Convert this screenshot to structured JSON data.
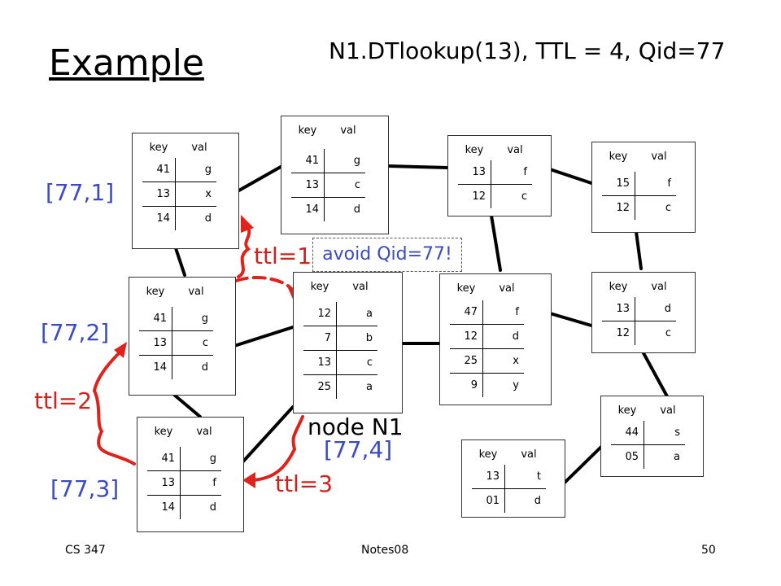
{
  "title": "Example",
  "subtitle": "N1.DTlookup(13), TTL = 4, Qid=77",
  "headers": {
    "key": "key",
    "val": "val"
  },
  "nodes": [
    {
      "rows": [
        [
          "41",
          "g"
        ],
        [
          "13",
          "x"
        ],
        [
          "14",
          "d"
        ]
      ]
    },
    {
      "rows": [
        [
          "41",
          "g"
        ],
        [
          "13",
          "c"
        ],
        [
          "14",
          "d"
        ]
      ]
    },
    {
      "rows": [
        [
          "13",
          "f"
        ],
        [
          "12",
          "c"
        ]
      ]
    },
    {
      "rows": [
        [
          "15",
          "f"
        ],
        [
          "12",
          "c"
        ]
      ]
    },
    {
      "rows": [
        [
          "41",
          "g"
        ],
        [
          "13",
          "c"
        ],
        [
          "14",
          "d"
        ]
      ]
    },
    {
      "rows": [
        [
          "12",
          "a"
        ],
        [
          "7",
          "b"
        ],
        [
          "13",
          "c"
        ],
        [
          "25",
          "a"
        ]
      ]
    },
    {
      "rows": [
        [
          "47",
          "f"
        ],
        [
          "12",
          "d"
        ],
        [
          "25",
          "x"
        ],
        [
          "9",
          "y"
        ]
      ]
    },
    {
      "rows": [
        [
          "13",
          "d"
        ],
        [
          "12",
          "c"
        ]
      ]
    },
    {
      "rows": [
        [
          "41",
          "g"
        ],
        [
          "13",
          "f"
        ],
        [
          "14",
          "d"
        ]
      ]
    },
    {
      "rows": [
        [
          "44",
          "s"
        ],
        [
          "05",
          "a"
        ]
      ]
    },
    {
      "rows": [
        [
          "13",
          "t"
        ],
        [
          "01",
          "d"
        ]
      ]
    }
  ],
  "labels": {
    "q1": "[77,1]",
    "q2": "[77,2]",
    "q3": "[77,3]",
    "q4": "[77,4]",
    "ttl1": "ttl=1",
    "ttl2": "ttl=2",
    "ttl3": "ttl=3",
    "node_n1": "node N1",
    "avoid": "avoid Qid=77!"
  },
  "footer": {
    "course": "CS 347",
    "notes": "Notes08",
    "page": "50"
  },
  "colors": {
    "query_label": "#3a4ac8",
    "ttl_label": "#d6211b",
    "arrow": "#e0221b"
  }
}
